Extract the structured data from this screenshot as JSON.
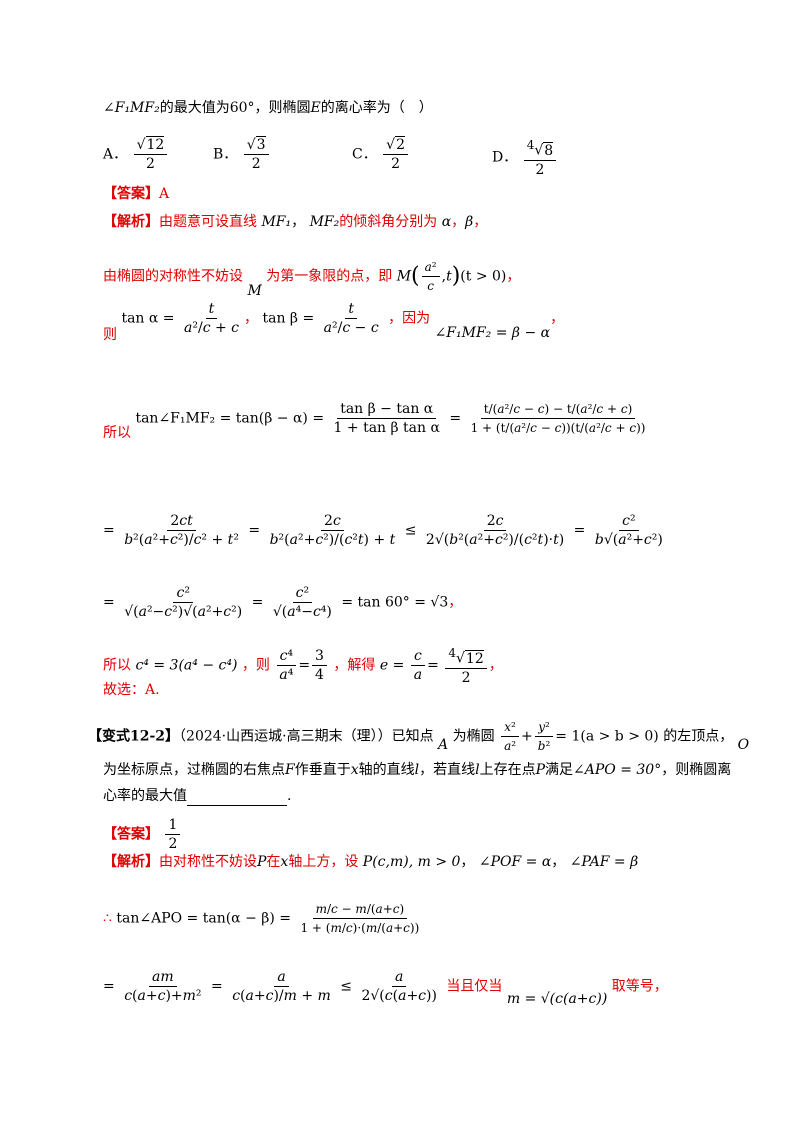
{
  "intro": {
    "angle": "∠F₁MF₂",
    "text": "的最大值为60°，则椭圆",
    "E": "E",
    "tail": "的离心率为（　）"
  },
  "options": [
    {
      "label": "A．",
      "rad_index": "",
      "radicand": "12",
      "den": "2"
    },
    {
      "label": "B．",
      "rad_index": "",
      "radicand": "3",
      "den": "2"
    },
    {
      "label": "C．",
      "rad_index": "",
      "radicand": "2",
      "den": "2"
    },
    {
      "label": "D．",
      "rad_index": "4",
      "radicand": "8",
      "den": "2"
    }
  ],
  "answer1": {
    "tag": "【答案】",
    "value": "A"
  },
  "analysis1": {
    "tag": "【解析】",
    "l1a": "由题意可设直线",
    "mf1": "MF₁",
    "comma": "，",
    "mf2": "MF₂",
    "l1b": "的倾斜角分别为",
    "alpha": "α",
    "beta": "β",
    "l2a": "由椭圆的对称性不妨设",
    "M": "M",
    "l2b": "为第一象限的点，即",
    "point": "M",
    "cond": "(t > 0)",
    "l3a": "则",
    "tana": "tan α =",
    "tanb": "tan β =",
    "because": "，因为",
    "rel": "∠F₁MF₂ = β − α",
    "so": "所以",
    "tanexpr": "tan∠F₁MF₂ = tan(β − α) =",
    "tanfrac_n": "tan β − tan α",
    "tanfrac_d": "1 + tan β tan α",
    "tan60": "= tan 60° = √3",
    "so2": "所以",
    "c4": "c⁴ = 3(a⁴ − c⁴)",
    "then": "，则",
    "ratio": "= 3/4",
    "solve": "，解得",
    "e": "e =",
    "result_index": "4",
    "result_radicand": "12",
    "conclusion": "故选：A."
  },
  "variant": {
    "tag": "【变式12-2】",
    "source": "（2024·山西运城·高三期末（理））已知点",
    "A": "A",
    "ellipse_text": "为椭圆",
    "eq": "= 1(a > b > 0)",
    "tail": "的左顶点，",
    "O": "O",
    "l2": "为坐标原点，过椭圆的右焦点",
    "F": "F",
    "l2b": "作垂直于",
    "x": "x",
    "l2c": "轴的直线",
    "l": "l",
    "l2d": "，若直线",
    "l2e": "上存在点",
    "P": "P",
    "l2f": "满足",
    "apo": "∠APO = 30°",
    "l2g": "，则椭圆离",
    "l3": "心率的最大值",
    "l3end": "."
  },
  "answer2": {
    "tag": "【答案】",
    "num": "1",
    "den": "2"
  },
  "analysis2": {
    "tag": "【解析】",
    "l1": "由对称性不妨设",
    "P": "P",
    "l1b": "在",
    "x": "x",
    "l1c": "轴上方，设",
    "pc": "P(c,m), m > 0",
    "pof": "∠POF = α",
    "paf": "∠PAF = β",
    "therefore": "∴",
    "tanapo": "tan∠APO = tan(α − β) =",
    "only_when": "当且仅当",
    "eq_when": "m = √(c(a+c))",
    "take_equal": "取等号，"
  }
}
